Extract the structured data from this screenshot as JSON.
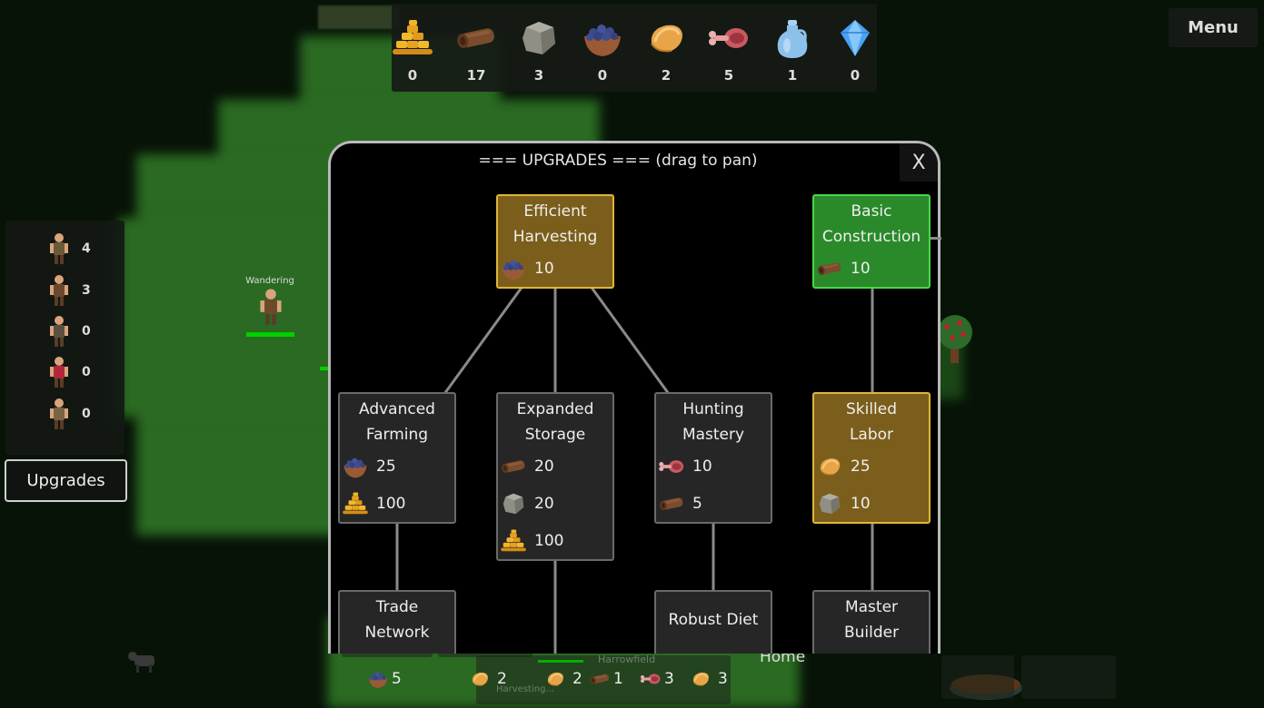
{
  "resources": [
    {
      "name": "gold",
      "icon": "gold-coins-icon",
      "value": "0"
    },
    {
      "name": "wood",
      "icon": "wood-log-icon",
      "value": "17"
    },
    {
      "name": "stone",
      "icon": "stone-icon",
      "value": "3"
    },
    {
      "name": "berries",
      "icon": "berry-basket-icon",
      "value": "0"
    },
    {
      "name": "bread",
      "icon": "bread-icon",
      "value": "2"
    },
    {
      "name": "meat",
      "icon": "meat-icon",
      "value": "5"
    },
    {
      "name": "water",
      "icon": "water-jug-icon",
      "value": "1"
    },
    {
      "name": "crystal",
      "icon": "crystal-icon",
      "value": "0"
    }
  ],
  "menu": {
    "label": "Menu"
  },
  "workers": [
    {
      "role": "farmer",
      "icon": "farmer-icon",
      "count": "4"
    },
    {
      "role": "builder",
      "icon": "builder-icon",
      "count": "3"
    },
    {
      "role": "hunter",
      "icon": "hunter-icon",
      "count": "0"
    },
    {
      "role": "merchant",
      "icon": "merchant-icon",
      "count": "0"
    },
    {
      "role": "spearman",
      "icon": "spearman-icon",
      "count": "0"
    }
  ],
  "upgrades_button": {
    "label": "Upgrades"
  },
  "map": {
    "unit_status": "Wandering",
    "village_name": "Harrowfield",
    "harvest_status": "Harvesting...",
    "home_label": "Home"
  },
  "bottom_hud": [
    {
      "icon": "berry-basket-icon",
      "value": "5"
    },
    {
      "icon": "bread-icon",
      "value": "2"
    },
    {
      "icon": "bread-icon",
      "value": "2"
    },
    {
      "icon": "wood-log-icon",
      "value": "1"
    },
    {
      "icon": "meat-icon",
      "value": "3"
    },
    {
      "icon": "bread-icon",
      "value": "3"
    }
  ],
  "dialog": {
    "title": "=== UPGRADES === (drag to pan)",
    "close_label": "X",
    "nodes": [
      {
        "id": "efficient-harvesting",
        "name_l1": "Efficient",
        "name_l2": "Harvesting",
        "state": "available",
        "costs": [
          {
            "icon": "berry-basket-icon",
            "amount": "10"
          }
        ]
      },
      {
        "id": "basic-construction",
        "name_l1": "Basic",
        "name_l2": "Construction",
        "state": "owned",
        "costs": [
          {
            "icon": "wood-log-icon",
            "amount": "10"
          }
        ]
      },
      {
        "id": "advanced-farming",
        "name_l1": "Advanced",
        "name_l2": "Farming",
        "state": "locked",
        "costs": [
          {
            "icon": "berry-basket-icon",
            "amount": "25"
          },
          {
            "icon": "gold-coins-icon",
            "amount": "100"
          }
        ]
      },
      {
        "id": "expanded-storage",
        "name_l1": "Expanded",
        "name_l2": "Storage",
        "state": "locked",
        "costs": [
          {
            "icon": "wood-log-icon",
            "amount": "20"
          },
          {
            "icon": "stone-icon",
            "amount": "20"
          },
          {
            "icon": "gold-coins-icon",
            "amount": "100"
          }
        ]
      },
      {
        "id": "hunting-mastery",
        "name_l1": "Hunting",
        "name_l2": "Mastery",
        "state": "locked",
        "costs": [
          {
            "icon": "meat-icon",
            "amount": "10"
          },
          {
            "icon": "wood-log-icon",
            "amount": "5"
          }
        ]
      },
      {
        "id": "skilled-labor",
        "name_l1": "Skilled",
        "name_l2": "Labor",
        "state": "available",
        "costs": [
          {
            "icon": "bread-icon",
            "amount": "25"
          },
          {
            "icon": "stone-icon",
            "amount": "10"
          }
        ]
      },
      {
        "id": "trade-network",
        "name_l1": "Trade",
        "name_l2": "Network",
        "state": "locked",
        "costs": []
      },
      {
        "id": "robust-diet",
        "name_l1": "Robust Diet",
        "name_l2": "",
        "state": "locked",
        "costs": []
      },
      {
        "id": "master-builder",
        "name_l1": "Master",
        "name_l2": "Builder",
        "state": "locked",
        "costs": []
      }
    ]
  },
  "colors": {
    "available": "#7b5e1b",
    "available_border": "#e0b63a",
    "owned": "#2a8a2a",
    "owned_border": "#49d649",
    "locked": "#262626",
    "grass": "#2a6a22",
    "health": "#00d000"
  }
}
